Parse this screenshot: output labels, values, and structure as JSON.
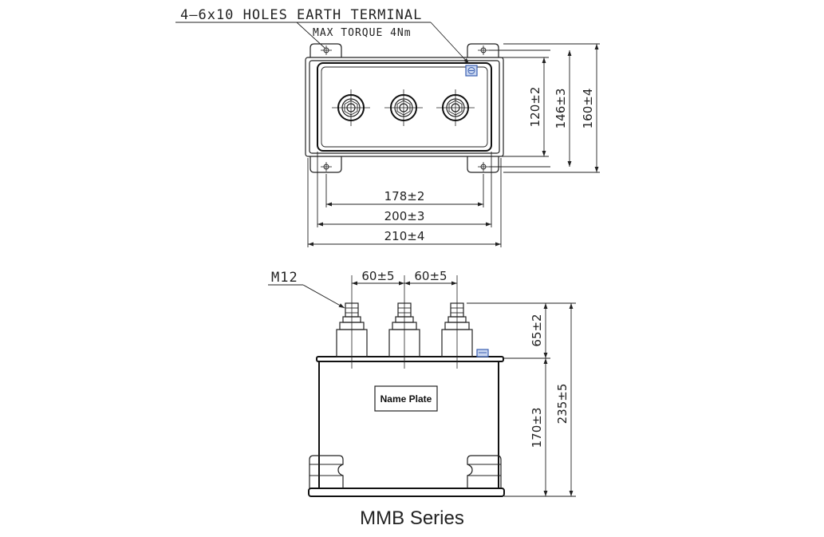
{
  "top_view": {
    "label_holes": "4–6x10 HOLES EARTH TERMINAL",
    "label_torque": "MAX TORQUE 4Nm",
    "dim_width_1": "178±2",
    "dim_width_2": "200±3",
    "dim_width_3": "210±4",
    "dim_height_1": "120±2",
    "dim_height_2": "146±3",
    "dim_height_3": "160±4"
  },
  "side_view": {
    "label_thread": "M12",
    "dim_spacing_1": "60±5",
    "dim_spacing_2": "60±5",
    "dim_terminal_height": "65±2",
    "dim_body_height": "170±3",
    "dim_total_height": "235±5",
    "name_plate": "Name Plate"
  },
  "caption": "MMB Series",
  "colors": {
    "ground_symbol": "#3a5fb0",
    "line": "#222222"
  }
}
